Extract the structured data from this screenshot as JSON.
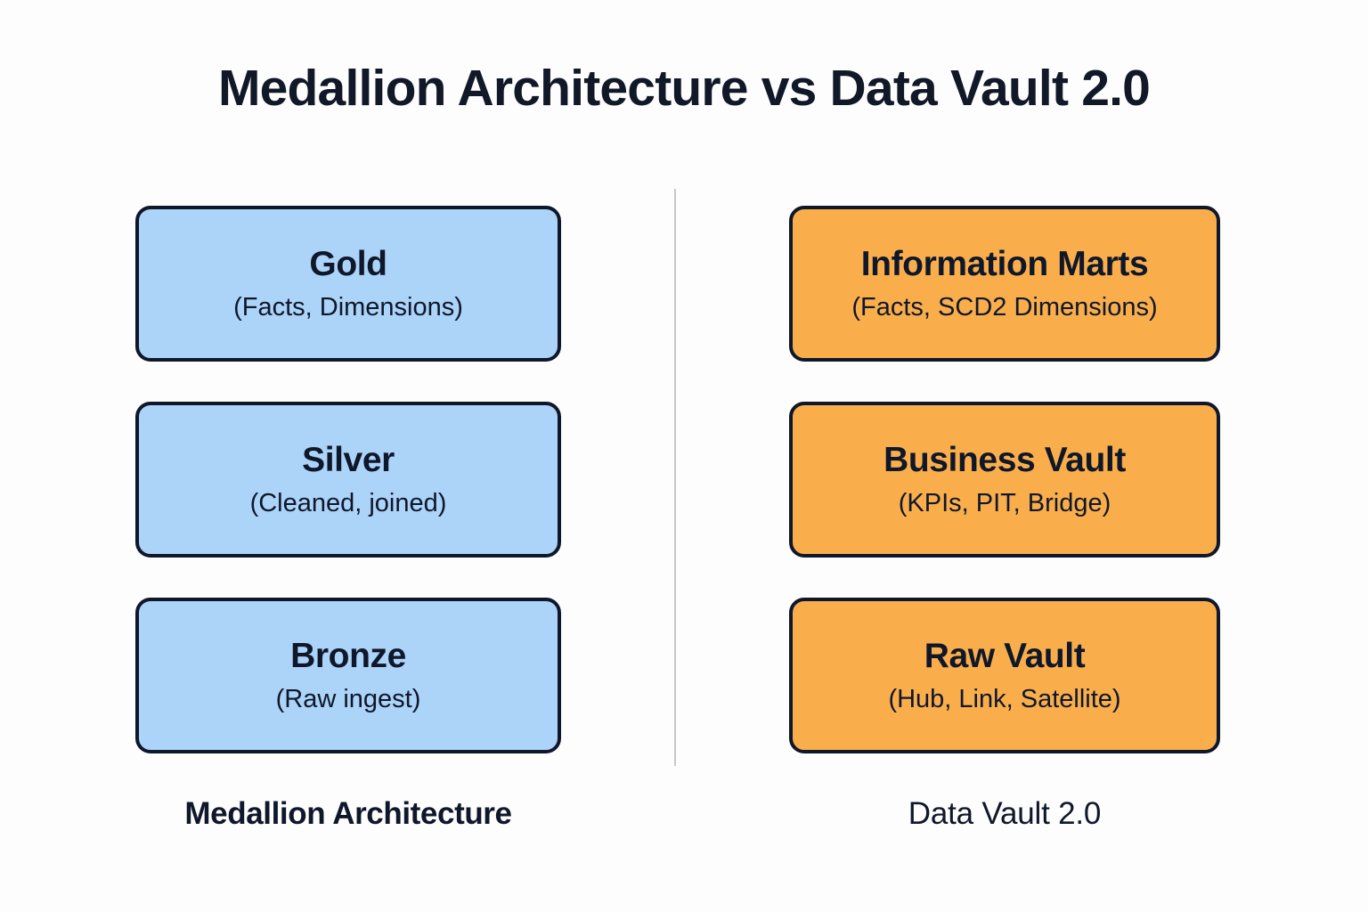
{
  "page": {
    "title": "Medallion Architecture vs Data Vault 2.0",
    "background_color": "#fdfdfd",
    "text_color": "#0f172a"
  },
  "divider": {
    "color": "#c7c7cc",
    "orientation": "vertical"
  },
  "columns": [
    {
      "id": "medallion",
      "caption": "Medallion Architecture",
      "fill_color": "#acd3f8",
      "border_color": "#0f172a",
      "nodes": [
        {
          "title": "Gold",
          "subtitle": "(Facts, Dimensions)"
        },
        {
          "title": "Silver",
          "subtitle": "(Cleaned, joined)"
        },
        {
          "title": "Bronze",
          "subtitle": "(Raw ingest)"
        }
      ]
    },
    {
      "id": "data-vault",
      "caption": "Data Vault 2.0",
      "fill_color": "#f9ae4b",
      "border_color": "#0f172a",
      "nodes": [
        {
          "title": "Information Marts",
          "subtitle": "(Facts, SCD2 Dimensions)"
        },
        {
          "title": "Business Vault",
          "subtitle": "(KPIs, PIT, Bridge)"
        },
        {
          "title": "Raw Vault",
          "subtitle": "(Hub, Link, Satellite)"
        }
      ]
    }
  ]
}
